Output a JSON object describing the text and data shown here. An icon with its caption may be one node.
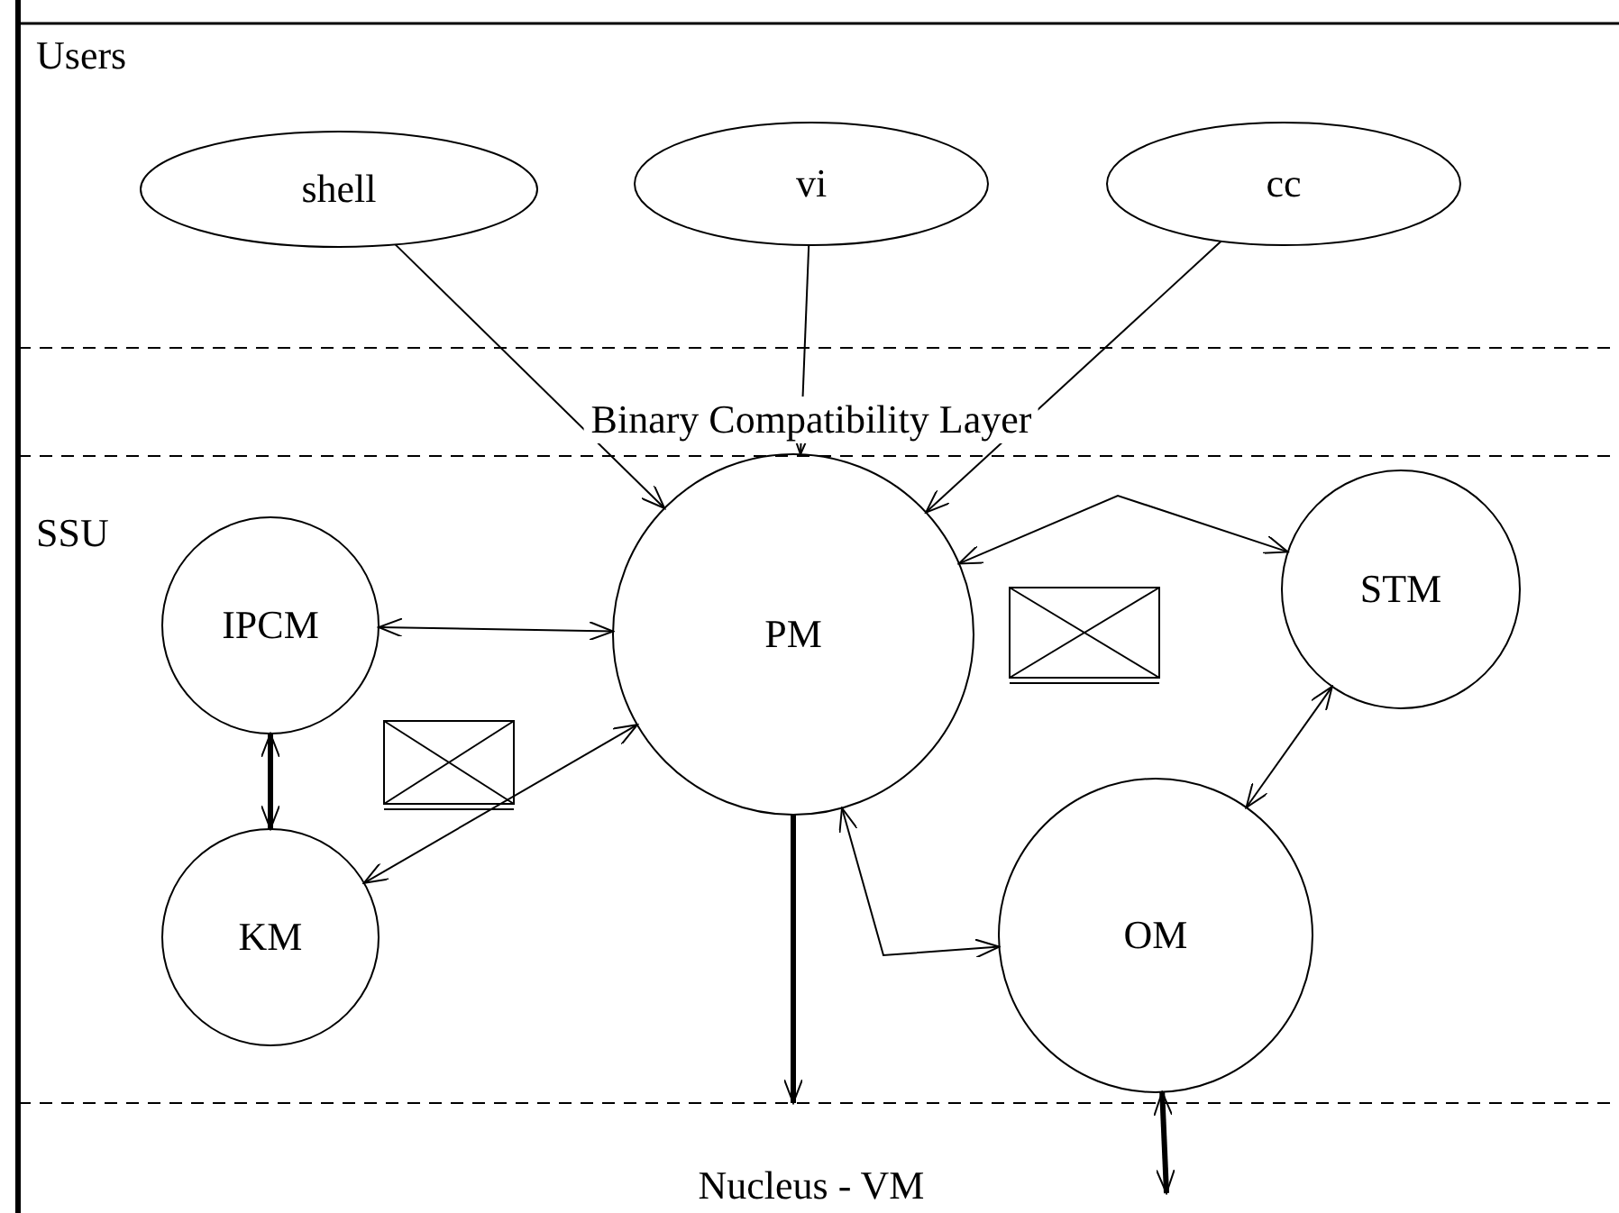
{
  "diagram": {
    "nodes": [
      {
        "text": [
          "shell"
        ]
      },
      {
        "text": [
          "vi"
        ]
      },
      {
        "text": [
          "cc"
        ]
      },
      {
        "text": [
          "PM"
        ]
      },
      {
        "text": [
          "IPCM"
        ]
      },
      {
        "text": [
          "STM"
        ]
      },
      {
        "text": [
          "KM"
        ]
      },
      {
        "text": [
          "OM"
        ]
      }
    ],
    "edges": [
      {
        "from": 0,
        "to": 3,
        "arrow": "to"
      },
      {
        "from": 1,
        "to": 3,
        "arrow": "to"
      },
      {
        "from": 2,
        "to": 3,
        "arrow": "to"
      },
      {
        "from": 3,
        "to": 5,
        "arrow": "both"
      },
      {
        "from": 4,
        "to": 3,
        "arrow": "both"
      },
      {
        "from": 4,
        "to": 6,
        "arrow": "both",
        "style": "thick"
      },
      {
        "from": 6,
        "to": 3,
        "arrow": "both"
      },
      {
        "from": 3,
        "to": 7,
        "arrow": "both"
      },
      {
        "from": 7,
        "to": 5,
        "arrow": "both"
      },
      {
        "from": 3,
        "to": null,
        "arrow": "to",
        "style": "thick"
      },
      {
        "from": 7,
        "to": null,
        "arrow": "both",
        "style": "thick"
      }
    ],
    "labels": [
      "Users",
      "Binary Compatibility Layer",
      "SSU",
      "Nucleus - VM"
    ]
  }
}
